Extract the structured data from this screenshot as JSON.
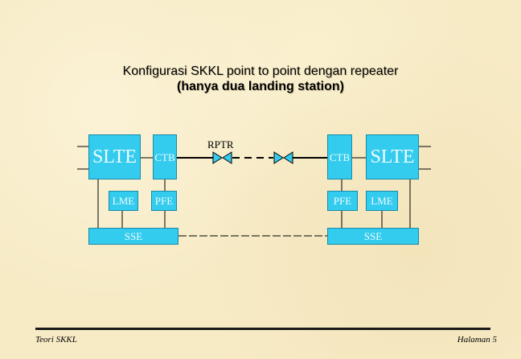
{
  "title_line1": "Konfigurasi SKKL point to point dengan repeater",
  "title_line2": "(hanya dua landing station)",
  "diagram": {
    "left": {
      "slte": "SLTE",
      "ctb": "CTB",
      "lme": "LME",
      "pfe": "PFE",
      "sse": "SSE"
    },
    "right": {
      "slte": "SLTE",
      "ctb": "CTB",
      "lme": "LME",
      "pfe": "PFE",
      "sse": "SSE"
    },
    "repeater_label": "RPTR"
  },
  "footer": {
    "left": "Teori SKKL",
    "right": "Halaman 5"
  }
}
